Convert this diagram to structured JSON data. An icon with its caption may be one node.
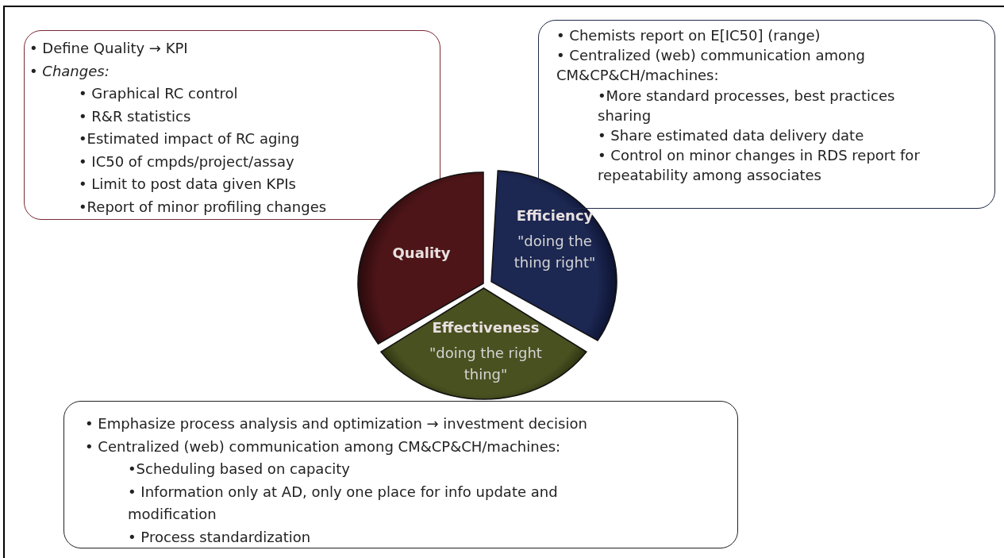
{
  "diagram": {
    "nodes": [
      {
        "text": [
          "• Define Quality → KPI",
          "• Changes:",
          "• Graphical RC control",
          "• R&R statistics",
          "•Estimated impact of RC aging",
          "• IC50 of cmpds/project/assay",
          "• Limit to post data given KPIs",
          "•Report of minor profiling changes"
        ]
      },
      {
        "text": [
          "• Chemists report on E[IC50] (range)",
          "• Centralized (web) communication among CM&CP&CH/machines:",
          "•More standard processes, best practices sharing",
          "• Share estimated data delivery date",
          "• Control on minor changes in RDS report for repeatability among associates"
        ]
      },
      {
        "text": [
          "Quality"
        ]
      },
      {
        "text": [
          "Efficiency",
          "\"doing the thing right\""
        ]
      },
      {
        "text": [
          "Effectiveness",
          "\"doing the right thing\""
        ]
      },
      {
        "text": [
          "• Emphasize process analysis and optimization → investment decision",
          "• Centralized (web) communication among CM&CP&CH/machines:",
          "•Scheduling based on capacity",
          "• Information only at AD, only one place for info update and modification",
          "• Process standardization"
        ]
      }
    ]
  }
}
